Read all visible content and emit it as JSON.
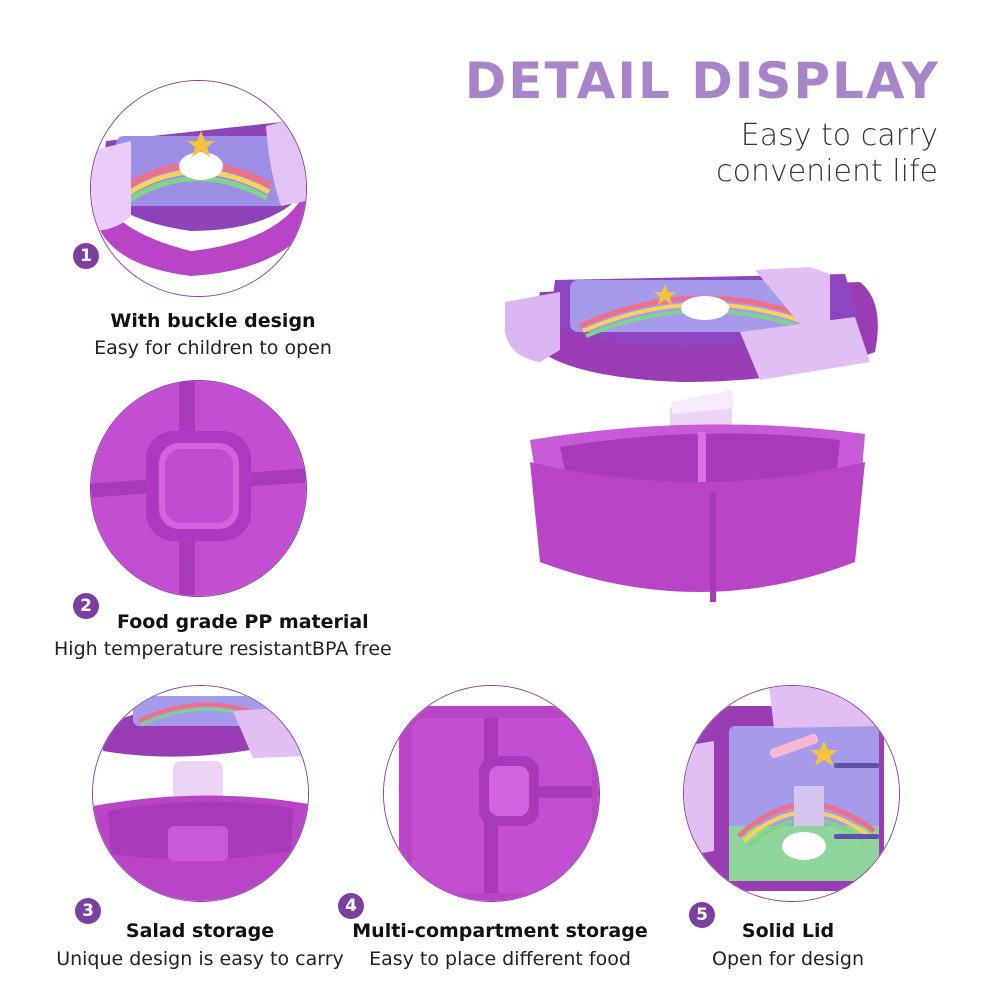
{
  "header": {
    "title": "DETAIL DISPLAY",
    "subtitle_line1": "Easy to carry",
    "subtitle_line2": "convenient life"
  },
  "features": [
    {
      "number": "1",
      "title": "With buckle design",
      "desc": "Easy for children to open"
    },
    {
      "number": "2",
      "title": "Food grade PP material",
      "desc": "High temperature resistantBPA free"
    },
    {
      "number": "3",
      "title": "Salad storage",
      "desc": "Unique design is easy to carry"
    },
    {
      "number": "4",
      "title": "Multi-compartment storage",
      "desc": "Easy to place different food"
    },
    {
      "number": "5",
      "title": "Solid Lid",
      "desc": "Open for design"
    }
  ],
  "colors": {
    "accent_purple": "#a885c9",
    "badge_purple": "#7a3fa0",
    "box_magenta": "#b845c6",
    "lid_lilac": "#d9b3ef"
  }
}
